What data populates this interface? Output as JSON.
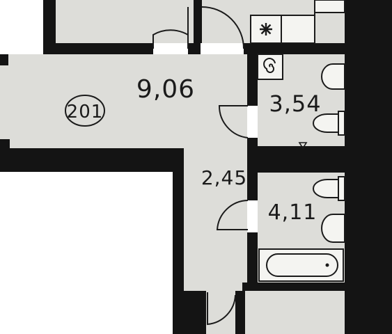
{
  "apartment": {
    "number": "201"
  },
  "rooms": {
    "hall": {
      "area": "9,06"
    },
    "corridor": {
      "area": "2,45"
    },
    "wc": {
      "area": "3,54"
    },
    "bathroom": {
      "area": "4,11"
    }
  },
  "icons": {
    "kitchen_stove": "asterisk-icon",
    "boiler": "spiral-icon"
  },
  "colors": {
    "wall": "#141414",
    "floor": "#ddddd9",
    "fixture": "#f4f4f1"
  }
}
